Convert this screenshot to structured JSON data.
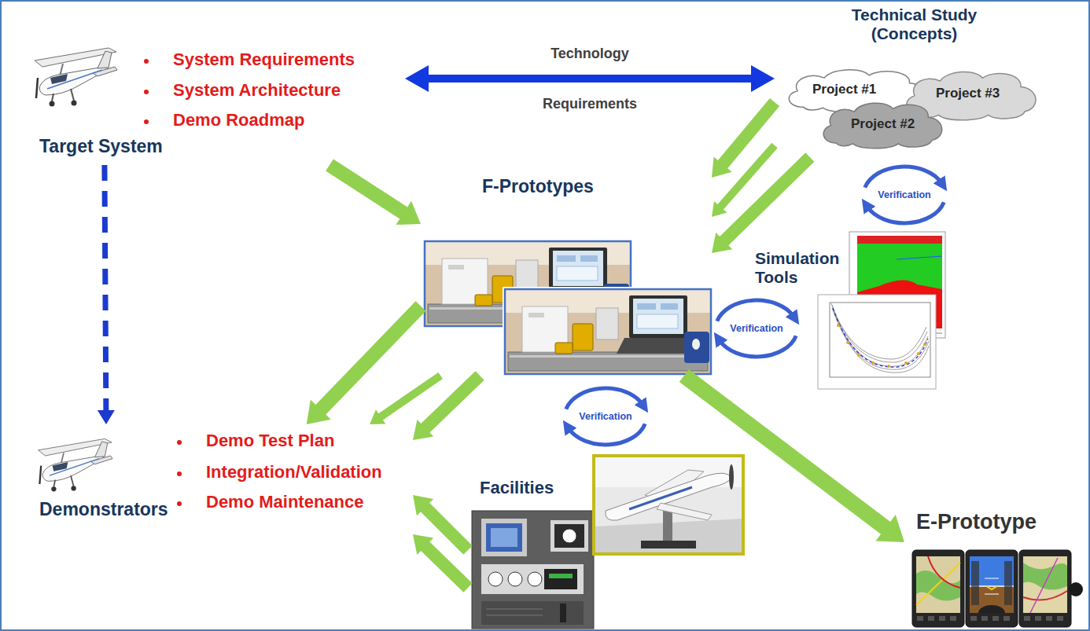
{
  "diagram": {
    "nodes": [
      {
        "text": [
          "Target System",
          "System Requirements",
          "System Architecture",
          "Demo Roadmap"
        ]
      },
      {
        "text": [
          "Technical Study (Concepts)"
        ]
      },
      {
        "text": [
          "Project #1"
        ],
        "in": 1
      },
      {
        "text": [
          "Project #3"
        ],
        "in": 1
      },
      {
        "text": [
          "Project #2"
        ],
        "in": 1
      },
      {
        "text": [
          "F-Prototypes"
        ]
      },
      {
        "text": [
          "Simulation Tools"
        ]
      },
      {
        "text": [
          "Facilities"
        ]
      },
      {
        "text": [
          "Demonstrators",
          "Demo Test Plan",
          "Integration/Validation",
          "Demo Maintenance"
        ]
      },
      {
        "text": [
          "E-Prototype"
        ]
      }
    ],
    "edges": [
      {
        "from": 0,
        "to": 1,
        "arrow": "both",
        "label": "Technology"
      },
      {
        "from": 0,
        "to": 5,
        "arrow": "to"
      },
      {
        "from": 1,
        "to": 5,
        "arrow": "to"
      },
      {
        "from": 1,
        "to": 5,
        "arrow": "to"
      },
      {
        "from": 1,
        "to": 5,
        "arrow": "to"
      },
      {
        "from": 5,
        "to": 8,
        "arrow": "to"
      },
      {
        "from": 5,
        "to": 8,
        "arrow": "to"
      },
      {
        "from": 5,
        "to": 8,
        "arrow": "to"
      },
      {
        "from": 7,
        "to": 8,
        "arrow": "to"
      },
      {
        "from": 7,
        "to": 8,
        "arrow": "to"
      },
      {
        "from": 5,
        "to": 9,
        "arrow": "to"
      },
      {
        "from": 0,
        "to": 8,
        "arrow": "to"
      }
    ],
    "labels": [
      "Requirements",
      "Verification",
      "Verification",
      "Verification"
    ]
  }
}
